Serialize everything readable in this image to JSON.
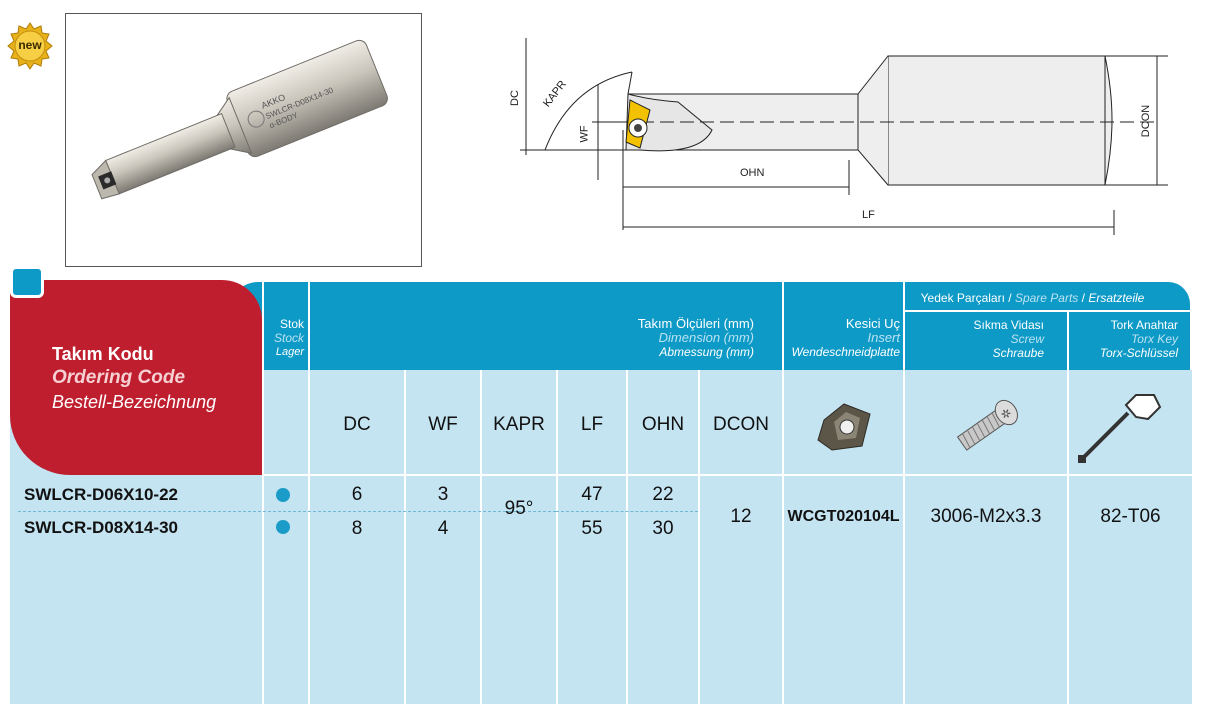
{
  "badge": {
    "label": "new"
  },
  "photo": {
    "marking_lines": [
      "AKKO",
      "SWLCR-D08X14-30",
      "α-BODY"
    ]
  },
  "drawing": {
    "labels": {
      "dc": "DC",
      "kapr": "KAPR",
      "wf": "WF",
      "ohn": "OHN",
      "lf": "LF",
      "dcon": "DCON"
    }
  },
  "table": {
    "ordering_code": {
      "tr": "Takım Kodu",
      "en": "Ordering Code",
      "de": "Bestell-Bezeichnung"
    },
    "stock": {
      "tr": "Stok",
      "en": "Stock",
      "de": "Lager"
    },
    "dimensions": {
      "tr": "Takım Ölçüleri (mm)",
      "en": "Dimension (mm)",
      "de": "Abmessung (mm)"
    },
    "insert": {
      "tr": "Kesici Uç",
      "en": "Insert",
      "de": "Wendeschneidplatte"
    },
    "spare_parts": {
      "tr": "Yedek Parçaları",
      "sep1": " / ",
      "en": "Spare Parts",
      "sep2": " / ",
      "de": "Ersatzteile"
    },
    "screw": {
      "tr": "Sıkma Vidası",
      "en": "Screw",
      "de": "Schraube"
    },
    "torx": {
      "tr": "Tork Anahtar",
      "en": "Torx Key",
      "de": "Torx-Schlüssel"
    },
    "columns": [
      "DC",
      "WF",
      "KAPR",
      "LF",
      "OHN",
      "DCON"
    ],
    "rows": [
      {
        "code": "SWLCR-D06X10-22",
        "dc": "6",
        "wf": "3",
        "lf": "47",
        "ohn": "22"
      },
      {
        "code": "SWLCR-D08X14-30",
        "dc": "8",
        "wf": "4",
        "lf": "55",
        "ohn": "30"
      }
    ],
    "shared": {
      "kapr": "95°",
      "dcon": "12",
      "insert": "WCGT020104L",
      "screw": "3006-M2x3.3",
      "torx": "82-T06"
    },
    "colors": {
      "red": "#be1e2d",
      "blue": "#0e9ac6",
      "light": "#c4e4f2",
      "stock_dot": "#1b9cc8"
    }
  }
}
